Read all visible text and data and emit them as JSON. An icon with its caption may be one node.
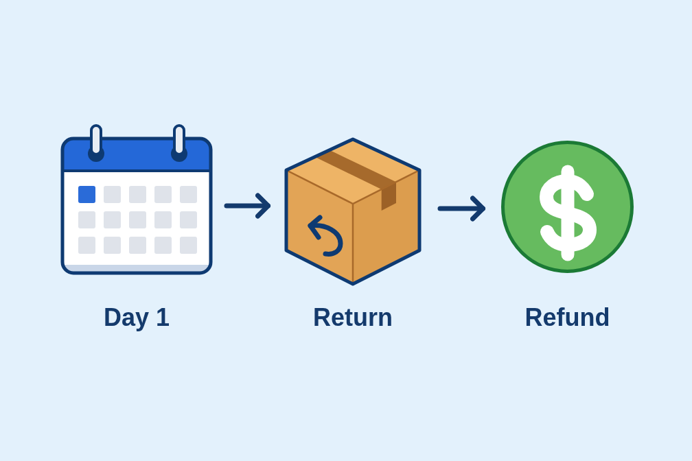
{
  "diagram": {
    "nodes": [
      {
        "text": [
          "Day 1"
        ]
      },
      {
        "text": [
          "Return"
        ]
      },
      {
        "text": [
          "Refund"
        ]
      }
    ],
    "edges": [
      {
        "from": 0,
        "to": 1,
        "arrow": "to"
      },
      {
        "from": 1,
        "to": 2,
        "arrow": "to"
      }
    ]
  }
}
